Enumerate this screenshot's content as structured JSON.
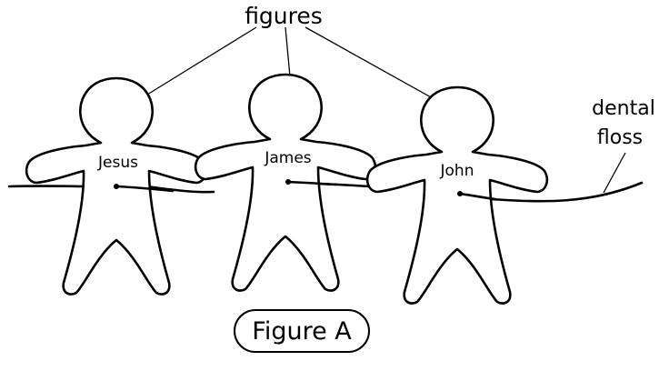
{
  "labels": {
    "figures": "figures",
    "dental_floss_line1": "dental",
    "dental_floss_line2": "floss",
    "caption": "Figure A"
  },
  "figures": [
    {
      "name": "Jesus"
    },
    {
      "name": "James"
    },
    {
      "name": "John"
    }
  ]
}
